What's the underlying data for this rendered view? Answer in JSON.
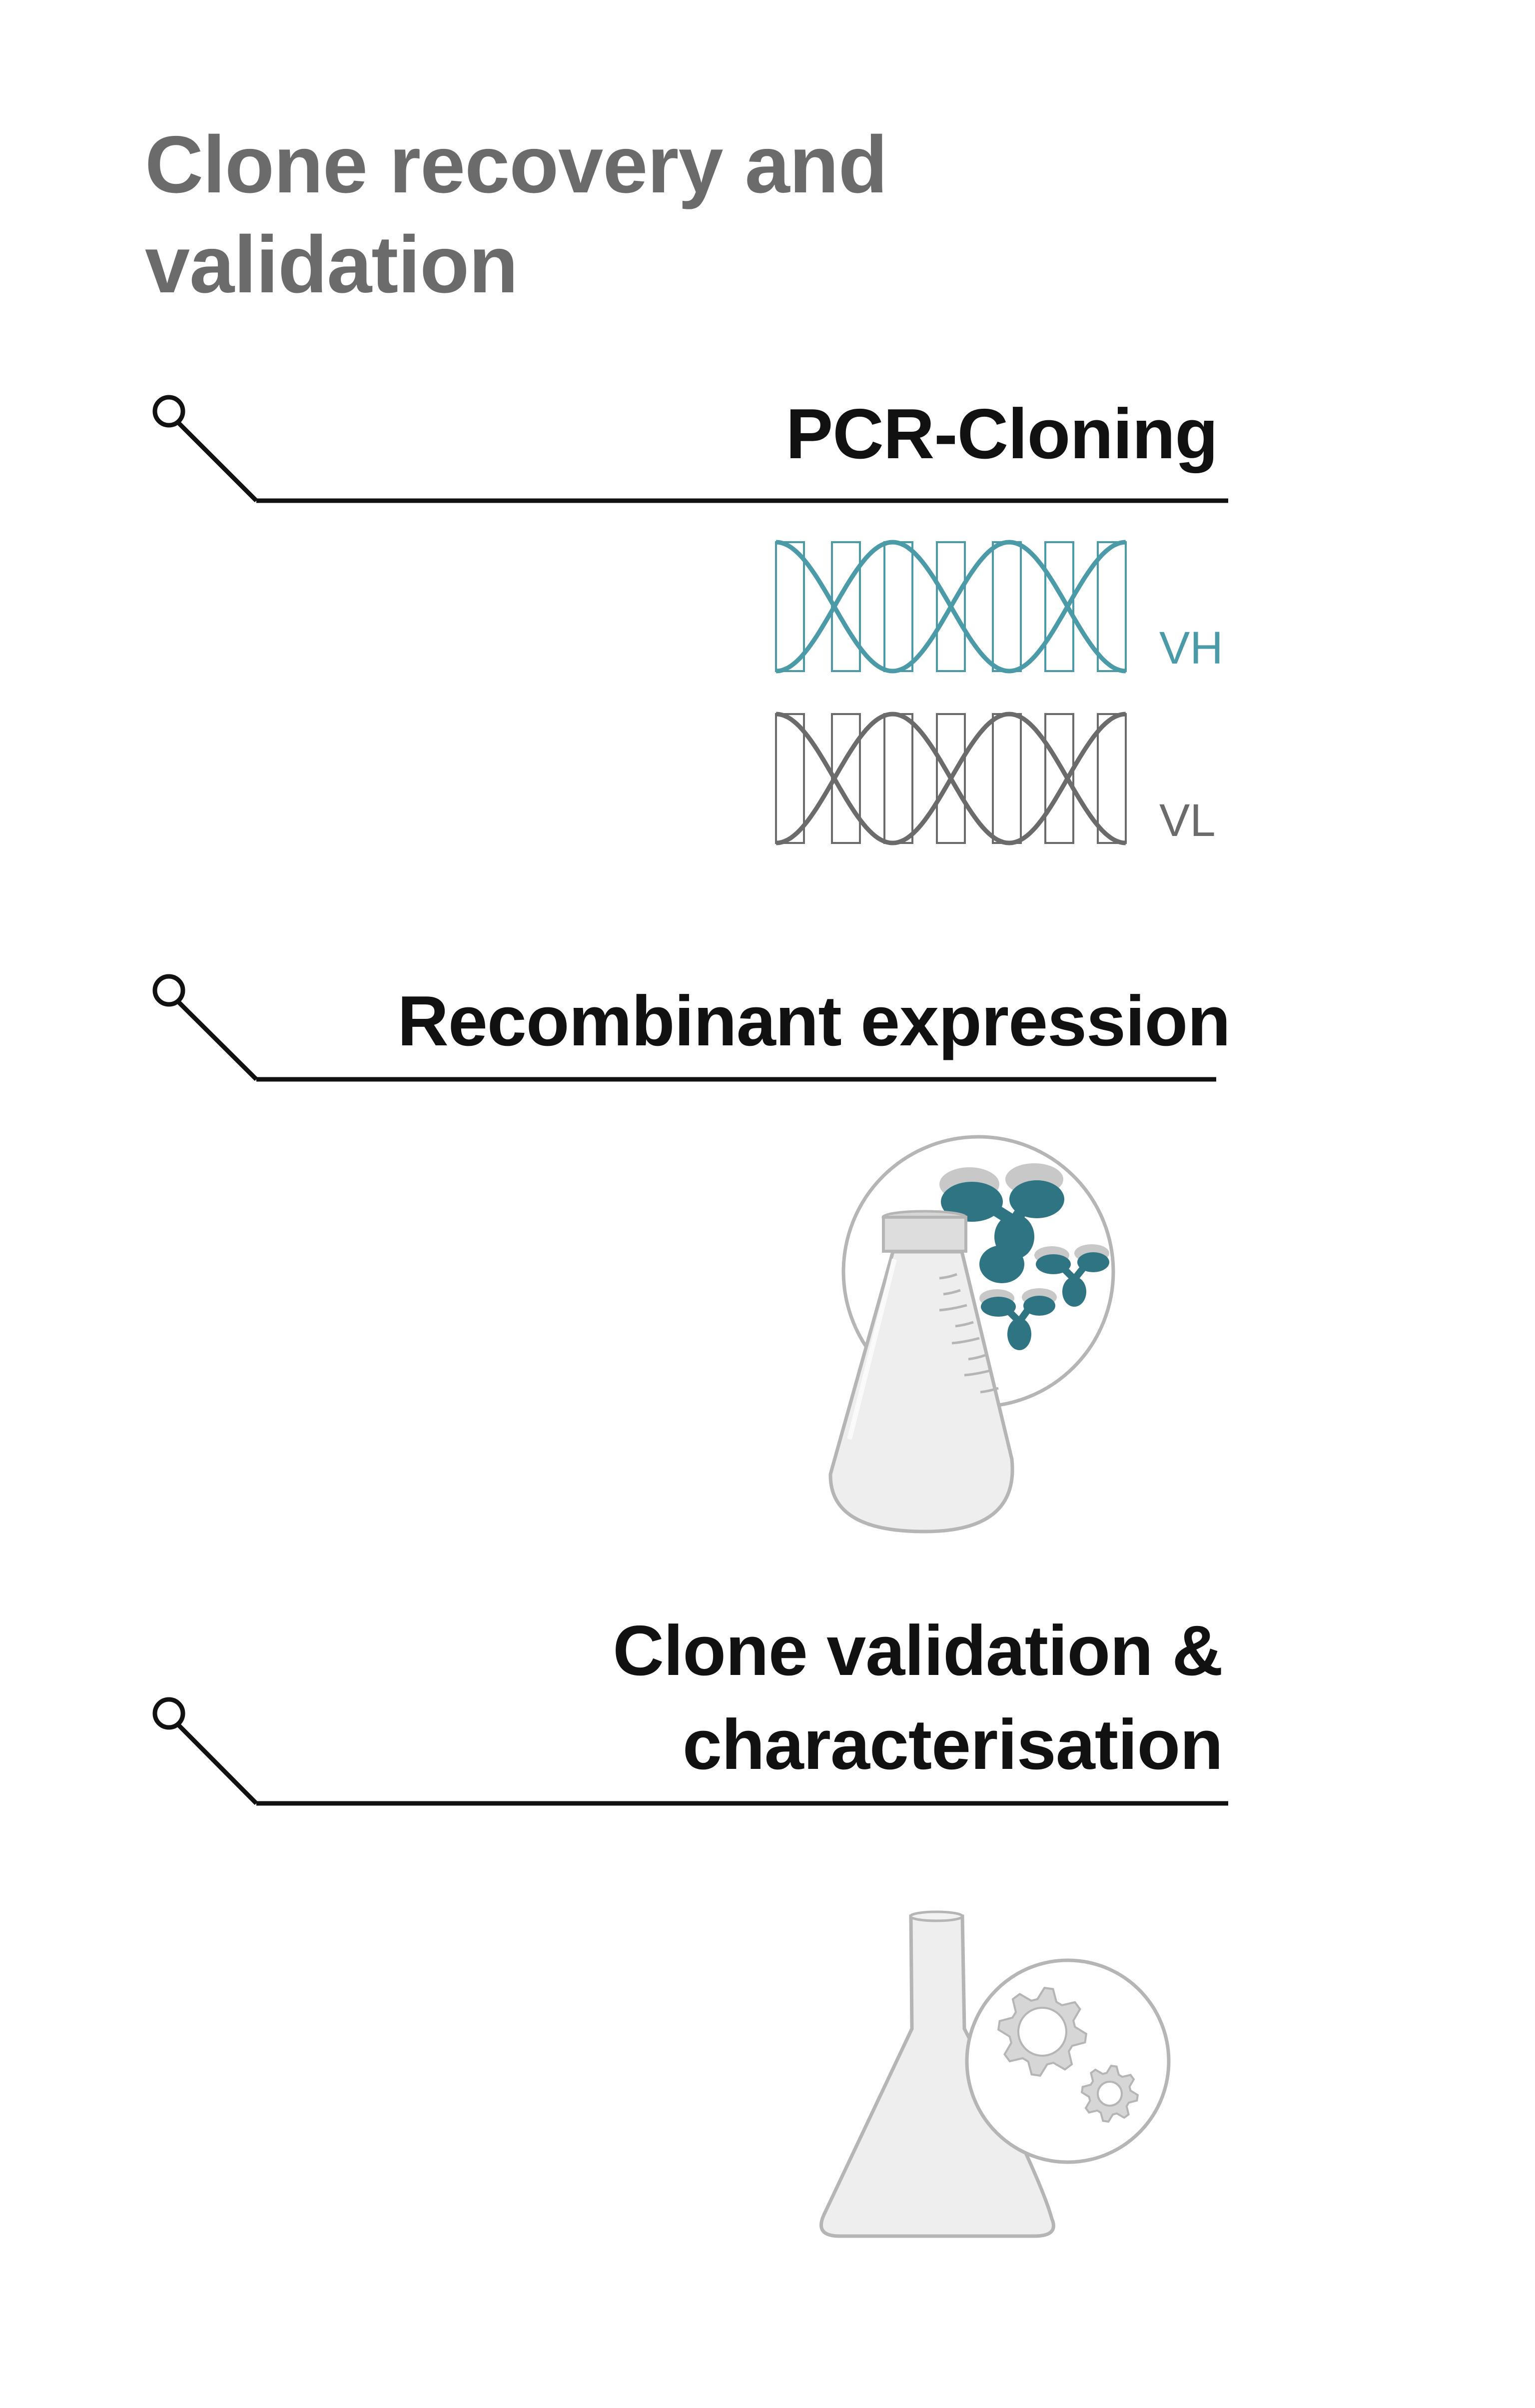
{
  "title": {
    "lines": [
      "Clone recovery and",
      "validation"
    ]
  },
  "steps": [
    {
      "id": "pcr-cloning",
      "heading_lines": [
        "PCR-Cloning"
      ],
      "illustration": "dna-double-helix-icon",
      "labels": [
        {
          "text": "VH",
          "color": "#4a9aa8"
        },
        {
          "text": "VL",
          "color": "#6b6b6b"
        }
      ]
    },
    {
      "id": "recombinant-expression",
      "heading_lines": [
        "Recombinant expression"
      ],
      "illustration": "culture-flask-with-antibodies-icon"
    },
    {
      "id": "clone-validation",
      "heading_lines": [
        "Clone validation &",
        "characterisation"
      ],
      "illustration": "erlenmeyer-flask-with-gears-icon"
    }
  ],
  "colors": {
    "title": "#6b6b6b",
    "heading": "#111111",
    "accent_teal": "#4a9aa8",
    "grey_strand": "#6b6b6b",
    "illustration_fill": "#eeeeee",
    "illustration_stroke": "#b5b5b5",
    "antibody_teal": "#2f7483",
    "antibody_grey": "#c8c8c8"
  }
}
